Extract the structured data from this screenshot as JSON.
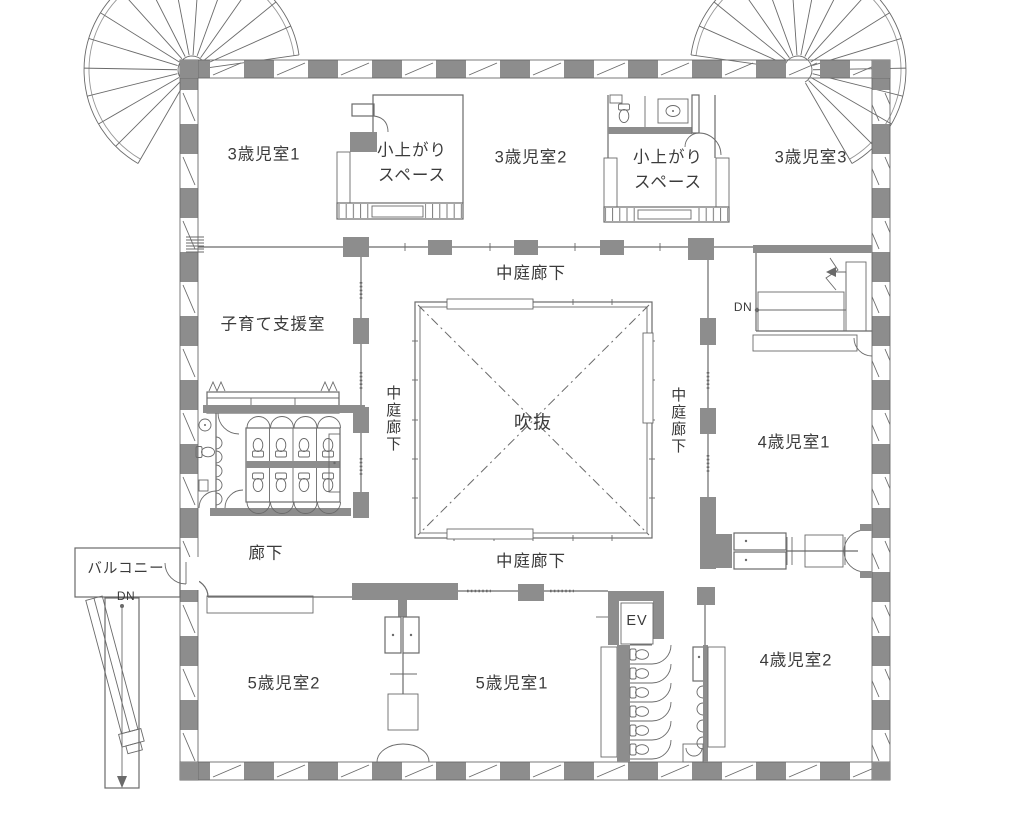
{
  "plan": {
    "type": "architectural-floor-plan",
    "labels": {
      "room_3_1": "3歳児室1",
      "raised_space_1": "小上がり\nスペース",
      "room_3_2": "3歳児室2",
      "raised_space_2": "小上がり\nスペース",
      "room_3_3": "3歳児室3",
      "courtyard_corridor_top": "中庭廊下",
      "support_room": "子育て支援室",
      "courtyard_corridor_left": "中庭廊下",
      "void": "吹抜",
      "courtyard_corridor_right": "中庭廊下",
      "room_4_1": "4歳児室1",
      "dn_right": "DN",
      "corridor": "廊下",
      "courtyard_corridor_bottom": "中庭廊下",
      "balcony": "バルコニー",
      "dn_left": "DN",
      "room_5_2": "5歳児室2",
      "room_5_1": "5歳児室1",
      "elevator": "EV",
      "room_4_2": "4歳児室2"
    },
    "colors": {
      "wall_fill": "#8d8d8d",
      "line": "#6a6a6a",
      "text": "#3b3b3b",
      "background": "#ffffff"
    }
  }
}
